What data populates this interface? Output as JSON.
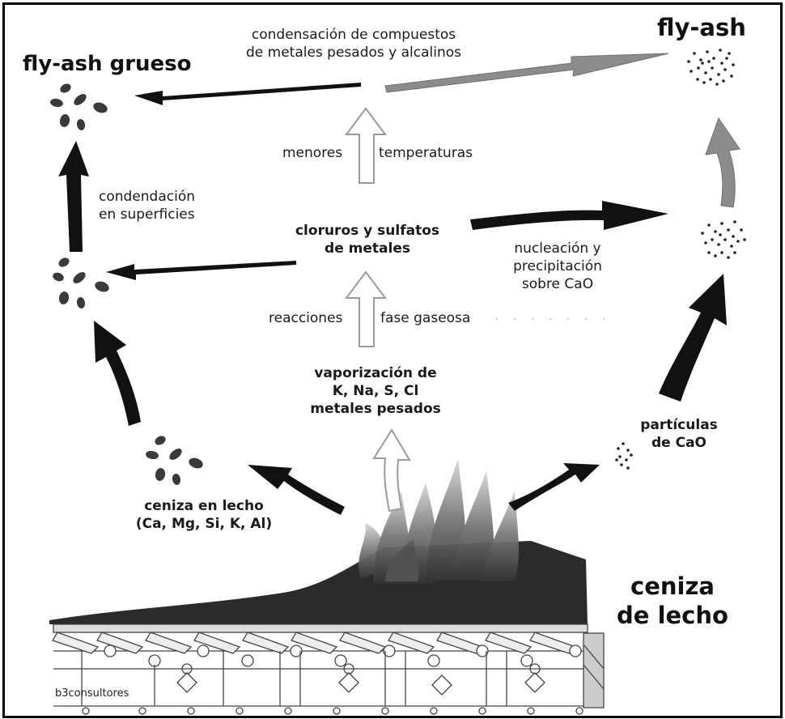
{
  "labels": {
    "fly_ash": "fly-ash",
    "fly_ash_grueso": "fly-ash grueso",
    "condensacion": [
      "condensación de compuestos",
      "de metales pesados y alcalinos"
    ],
    "menores": "menores",
    "temperaturas": "temperaturas",
    "condendacion": [
      "condendación",
      "en superficies"
    ],
    "cloruros": [
      "cloruros y sulfatos",
      "de metales"
    ],
    "nucleacion": [
      "nucleación y",
      "precipitación",
      "sobre CaO"
    ],
    "reacciones": "reacciones",
    "fase_gaseosa": "fase gaseosa",
    "vaporizacion": [
      "vaporización de",
      "K, Na, S, Cl",
      "metales pesados"
    ],
    "particulas": [
      "partículas",
      "de CaO"
    ],
    "ceniza_en_lecho": [
      "ceniza en lecho",
      "(Ca, Mg, Si, K, Al)"
    ],
    "ceniza_de_lecho": [
      "ceniza",
      "de lecho"
    ],
    "credit": "b3consultores"
  },
  "colors": {
    "arrow_black": "#111111",
    "arrow_gray": "#8c8c8c",
    "outline_arrow": "#aaaaaa",
    "ash_bed": "#2b2b2b",
    "particle": "#3a3a3a"
  }
}
